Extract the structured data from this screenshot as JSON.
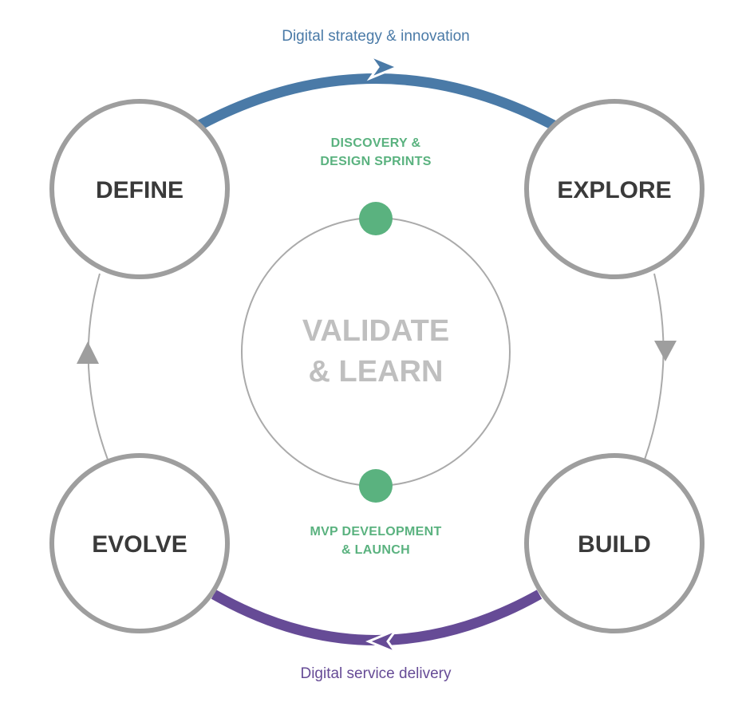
{
  "labels": {
    "top_flow": "Digital strategy & innovation",
    "bottom_flow": "Digital service delivery",
    "inner_top_line1": "DISCOVERY &",
    "inner_top_line2": "DESIGN SPRINTS",
    "inner_bottom_line1": "MVP DEVELOPMENT",
    "inner_bottom_line2": "& LAUNCH",
    "center_line1": "VALIDATE",
    "center_line2": "& LEARN"
  },
  "stages": {
    "define": "DEFINE",
    "explore": "EXPLORE",
    "build": "BUILD",
    "evolve": "EVOLVE"
  },
  "colors": {
    "blue": "#4a7aa7",
    "purple": "#664b96",
    "green": "#5ab27f",
    "gray_ring": "#9e9e9e",
    "gray_thin": "#aaaaaa",
    "stage_text": "#3a3a3a",
    "center_text": "#bfbfbf"
  }
}
